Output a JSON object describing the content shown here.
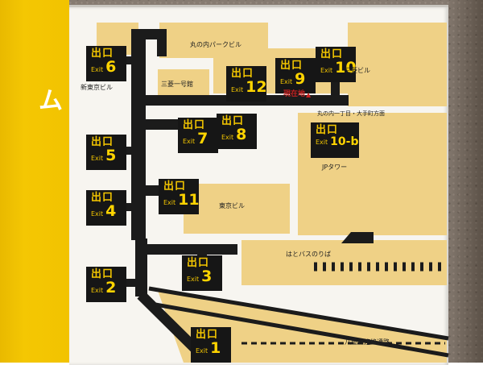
{
  "sign": {
    "side_text": "ム",
    "colors": {
      "accent_yellow": "#f2c300",
      "exit_block": "#161616",
      "exit_text": "#f2c500",
      "building_tan": "#efd186",
      "marker_red": "#c42020"
    },
    "exits": [
      {
        "deguchi": "出口",
        "exit_word": "Exit",
        "number": "6"
      },
      {
        "deguchi": "出口",
        "exit_word": "Exit",
        "number": "12"
      },
      {
        "deguchi": "出口",
        "exit_word": "Exit",
        "number": "9"
      },
      {
        "deguchi": "出口",
        "exit_word": "Exit",
        "number": "10"
      },
      {
        "deguchi": "出口",
        "exit_word": "Exit",
        "number": "5"
      },
      {
        "deguchi": "出口",
        "exit_word": "Exit",
        "number": "7"
      },
      {
        "deguchi": "出口",
        "exit_word": "Exit",
        "number": "8"
      },
      {
        "deguchi": "出口",
        "exit_word": "Exit",
        "number": "10-b"
      },
      {
        "deguchi": "出口",
        "exit_word": "Exit",
        "number": "4"
      },
      {
        "deguchi": "出口",
        "exit_word": "Exit",
        "number": "11"
      },
      {
        "deguchi": "出口",
        "exit_word": "Exit",
        "number": "2"
      },
      {
        "deguchi": "出口",
        "exit_word": "Exit",
        "number": "3"
      },
      {
        "deguchi": "出口",
        "exit_word": "Exit",
        "number": "1"
      }
    ],
    "labels": [
      {
        "text": "丸の内パークビル"
      },
      {
        "text": "新東京ビル"
      },
      {
        "text": "三菱一号館"
      },
      {
        "text": "三菱ビル"
      },
      {
        "text": "丸の内一丁目・大手町方面"
      },
      {
        "text": "JPタワー"
      },
      {
        "text": "東京ビル"
      },
      {
        "text": "はとバスのりば"
      },
      {
        "text": "八重洲連絡通路"
      }
    ],
    "marker": {
      "text": "現在地",
      "arrow": "▲"
    }
  }
}
